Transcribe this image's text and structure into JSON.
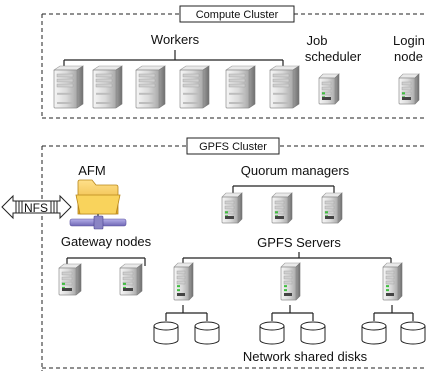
{
  "compute_cluster": {
    "title": "Compute Cluster",
    "workers_label": "Workers",
    "job_scheduler_label": [
      "Job",
      "scheduler"
    ],
    "login_node_label": [
      "Login",
      "node"
    ]
  },
  "gpfs_cluster": {
    "title": "GPFS Cluster",
    "afm_label": "AFM",
    "nfs_label": "NFS",
    "gateway_nodes_label": "Gateway nodes",
    "quorum_managers_label": "Quorum managers",
    "gpfs_servers_label": "GPFS Servers",
    "network_shared_disks_label": "Network shared disks"
  },
  "icons": {
    "server": "server-tower-icon",
    "disk": "disk-cylinder-icon",
    "folder": "network-folder-icon",
    "arrow": "double-arrow-icon"
  },
  "colors": {
    "server_light": "#f2f2f2",
    "server_dark": "#b8b8b8",
    "server_shade": "#8a8a8a",
    "folder": "#f3c94c",
    "folder_dark": "#d9a21e",
    "connector": "#8c85c8",
    "line": "#222222"
  }
}
